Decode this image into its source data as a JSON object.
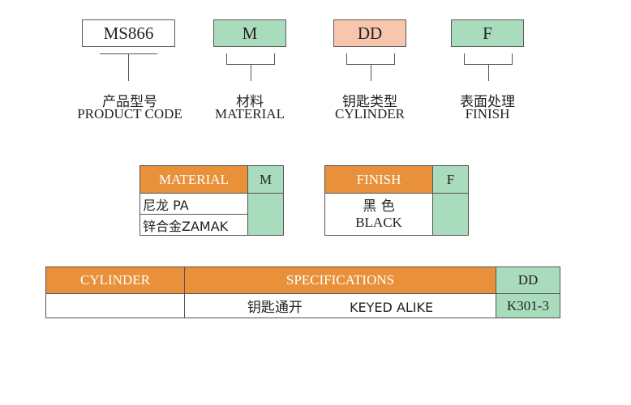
{
  "product_code": {
    "boxes": [
      {
        "value": "MS866",
        "fill": "#ffffff"
      },
      {
        "value": "M",
        "fill": "#a9dbbd"
      },
      {
        "value": "DD",
        "fill": "#f8c6ad"
      },
      {
        "value": "F",
        "fill": "#a9dbbd"
      }
    ],
    "labels": [
      {
        "cn": "产品型号",
        "en": "PRODUCT CODE"
      },
      {
        "cn": "材料",
        "en": "MATERIAL"
      },
      {
        "cn": "钥匙类型",
        "en": "CYLINDER"
      },
      {
        "cn": "表面处理",
        "en": "FINISH"
      }
    ]
  },
  "material_table": {
    "header": "MATERIAL",
    "code": "M",
    "rows": [
      "尼龙  PA",
      "锌合金ZAMAK"
    ]
  },
  "finish_table": {
    "header": "FINISH",
    "code": "F",
    "row_cn": "黑 色",
    "row_en": "BLACK"
  },
  "cylinder_table": {
    "header_cylinder": "CYLINDER",
    "header_spec": "SPECIFICATIONS",
    "header_code": "DD",
    "row_cylinder": "",
    "row_spec_cn": "钥匙通开",
    "row_spec_en": "KEYED ALIKE",
    "row_code": "K301-3"
  },
  "colors": {
    "orange": "#e8913a",
    "green": "#a9dbbd",
    "salmon": "#f8c6ad"
  }
}
